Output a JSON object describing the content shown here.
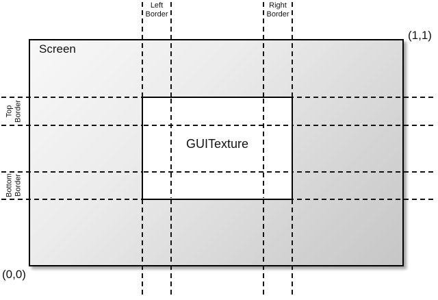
{
  "diagram": {
    "screen": {
      "label": "Screen"
    },
    "texture": {
      "label": "GUITexture"
    },
    "coordinates": {
      "origin": "(0,0)",
      "top_right": "(1,1)"
    },
    "borders": {
      "left": "Left\nBorder",
      "right": "Right\nBorder",
      "top": "Top\nBorder",
      "bottom": "Bottom\nBorder"
    },
    "colors": {
      "line": "#111111",
      "text": "#111111",
      "screen_gradient_start": "#f8f8f8",
      "screen_gradient_end": "#c6c6c6",
      "texture_fill": "#ffffff",
      "background": "#ffffff",
      "shadow": "rgba(0,0,0,0.35)"
    }
  }
}
